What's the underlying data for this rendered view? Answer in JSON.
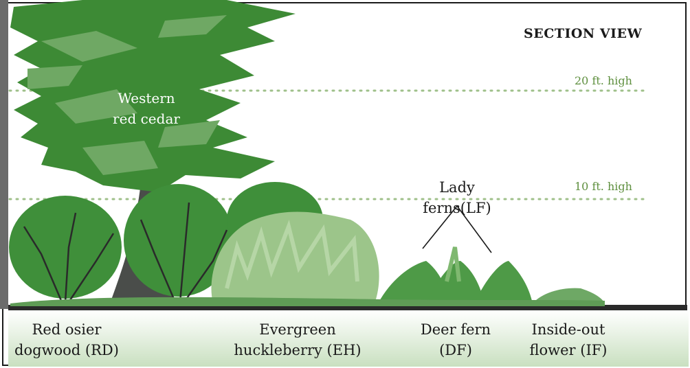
{
  "title": "SECTION VIEW",
  "heights": [
    {
      "label": "20 ft. high"
    },
    {
      "label": "10 ft. high"
    }
  ],
  "tree": {
    "line1": "Western",
    "line2": "red cedar"
  },
  "callout": {
    "line1": "Lady",
    "line2": "ferns(LF)"
  },
  "ground_labels": [
    {
      "line1": "Red osier",
      "line2": "dogwood (RD)"
    },
    {
      "line1": "Evergreen",
      "line2": "huckleberry (EH)"
    },
    {
      "line1": "Deer fern",
      "line2": "(DF)"
    },
    {
      "line1": "Inside-out",
      "line2": "flower (IF)"
    }
  ],
  "colors": {
    "cedar": "#3d8a35",
    "cedar_light": "#6fa864",
    "trunk": "#4a4d4a",
    "dogwood": "#3f8f3a",
    "huckleberry": "#9cc58a",
    "fern": "#4e9a47",
    "height_line": "#9fc08a",
    "ground_band": "#c9e0c0"
  }
}
